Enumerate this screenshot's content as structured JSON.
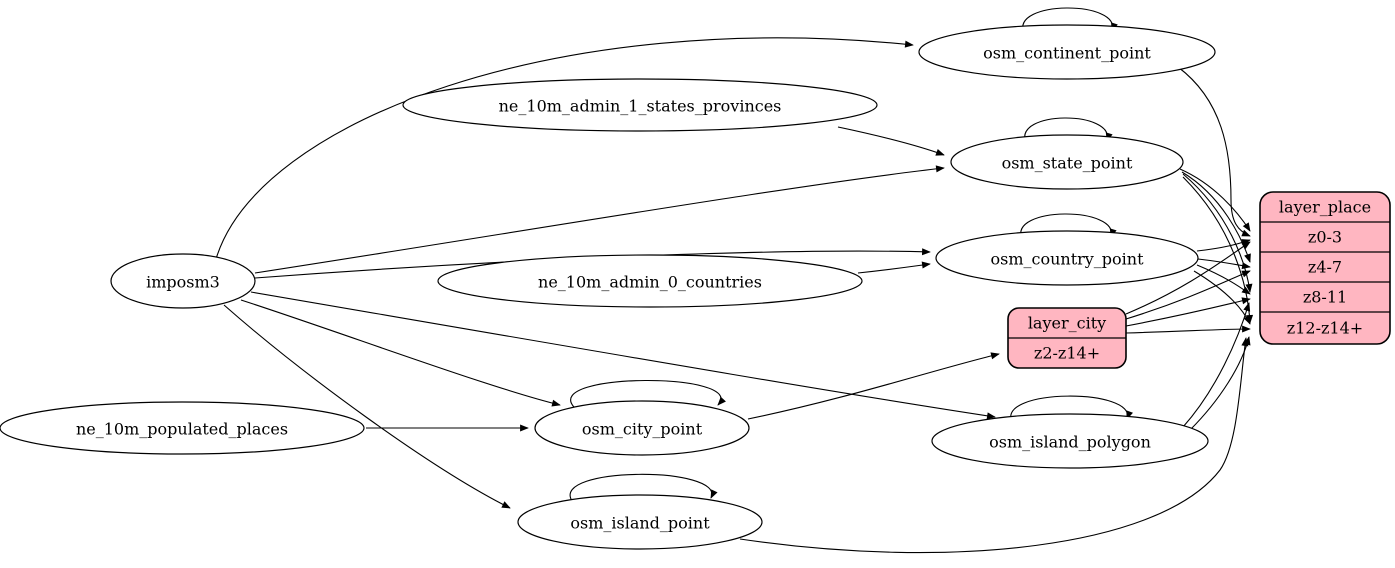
{
  "diagram": {
    "type": "graphviz-etl-flow",
    "nodes": {
      "imposm3": "imposm3",
      "ne_10m_admin_1_states_provinces": "ne_10m_admin_1_states_provinces",
      "ne_10m_admin_0_countries": "ne_10m_admin_0_countries",
      "ne_10m_populated_places": "ne_10m_populated_places",
      "osm_continent_point": "osm_continent_point",
      "osm_state_point": "osm_state_point",
      "osm_country_point": "osm_country_point",
      "osm_city_point": "osm_city_point",
      "osm_island_polygon": "osm_island_polygon",
      "osm_island_point": "osm_island_point"
    },
    "records": {
      "layer_place": {
        "title": "layer_place",
        "rows": [
          "z0-3",
          "z4-7",
          "z8-11",
          "z12-z14+"
        ]
      },
      "layer_city": {
        "title": "layer_city",
        "rows": [
          "z2-z14+"
        ]
      }
    },
    "edges": [
      {
        "from": "imposm3",
        "to": "osm_continent_point"
      },
      {
        "from": "imposm3",
        "to": "osm_state_point"
      },
      {
        "from": "imposm3",
        "to": "osm_country_point"
      },
      {
        "from": "imposm3",
        "to": "osm_city_point"
      },
      {
        "from": "imposm3",
        "to": "osm_island_polygon"
      },
      {
        "from": "imposm3",
        "to": "osm_island_point"
      },
      {
        "from": "ne_10m_admin_1_states_provinces",
        "to": "osm_state_point"
      },
      {
        "from": "ne_10m_admin_0_countries",
        "to": "osm_country_point"
      },
      {
        "from": "ne_10m_populated_places",
        "to": "osm_city_point"
      },
      {
        "from": "osm_continent_point",
        "to": "osm_continent_point"
      },
      {
        "from": "osm_state_point",
        "to": "osm_state_point"
      },
      {
        "from": "osm_country_point",
        "to": "osm_country_point"
      },
      {
        "from": "osm_city_point",
        "to": "osm_city_point"
      },
      {
        "from": "osm_island_polygon",
        "to": "osm_island_polygon"
      },
      {
        "from": "osm_island_point",
        "to": "osm_island_point"
      },
      {
        "from": "osm_continent_point",
        "to": "layer_place:z0-3"
      },
      {
        "from": "osm_state_point",
        "to": "layer_place:z0-3"
      },
      {
        "from": "osm_state_point",
        "to": "layer_place:z4-7"
      },
      {
        "from": "osm_state_point",
        "to": "layer_place:z8-11"
      },
      {
        "from": "osm_state_point",
        "to": "layer_place:z12-z14+"
      },
      {
        "from": "osm_country_point",
        "to": "layer_place:z0-3"
      },
      {
        "from": "osm_country_point",
        "to": "layer_place:z4-7"
      },
      {
        "from": "osm_country_point",
        "to": "layer_place:z8-11"
      },
      {
        "from": "osm_country_point",
        "to": "layer_place:z12-z14+"
      },
      {
        "from": "osm_city_point",
        "to": "layer_city:z2-z14+"
      },
      {
        "from": "layer_city",
        "to": "layer_place:z0-3"
      },
      {
        "from": "layer_city",
        "to": "layer_place:z4-7"
      },
      {
        "from": "layer_city",
        "to": "layer_place:z8-11"
      },
      {
        "from": "layer_city",
        "to": "layer_place:z12-z14+"
      },
      {
        "from": "osm_island_polygon",
        "to": "layer_place:z8-11"
      },
      {
        "from": "osm_island_polygon",
        "to": "layer_place:z12-z14+"
      },
      {
        "from": "osm_island_point",
        "to": "layer_place:z12-z14+"
      }
    ],
    "colors": {
      "record_fill": "#ffb6c1",
      "node_fill": "#ffffff",
      "stroke": "#000000",
      "background": "#ffffff"
    }
  }
}
